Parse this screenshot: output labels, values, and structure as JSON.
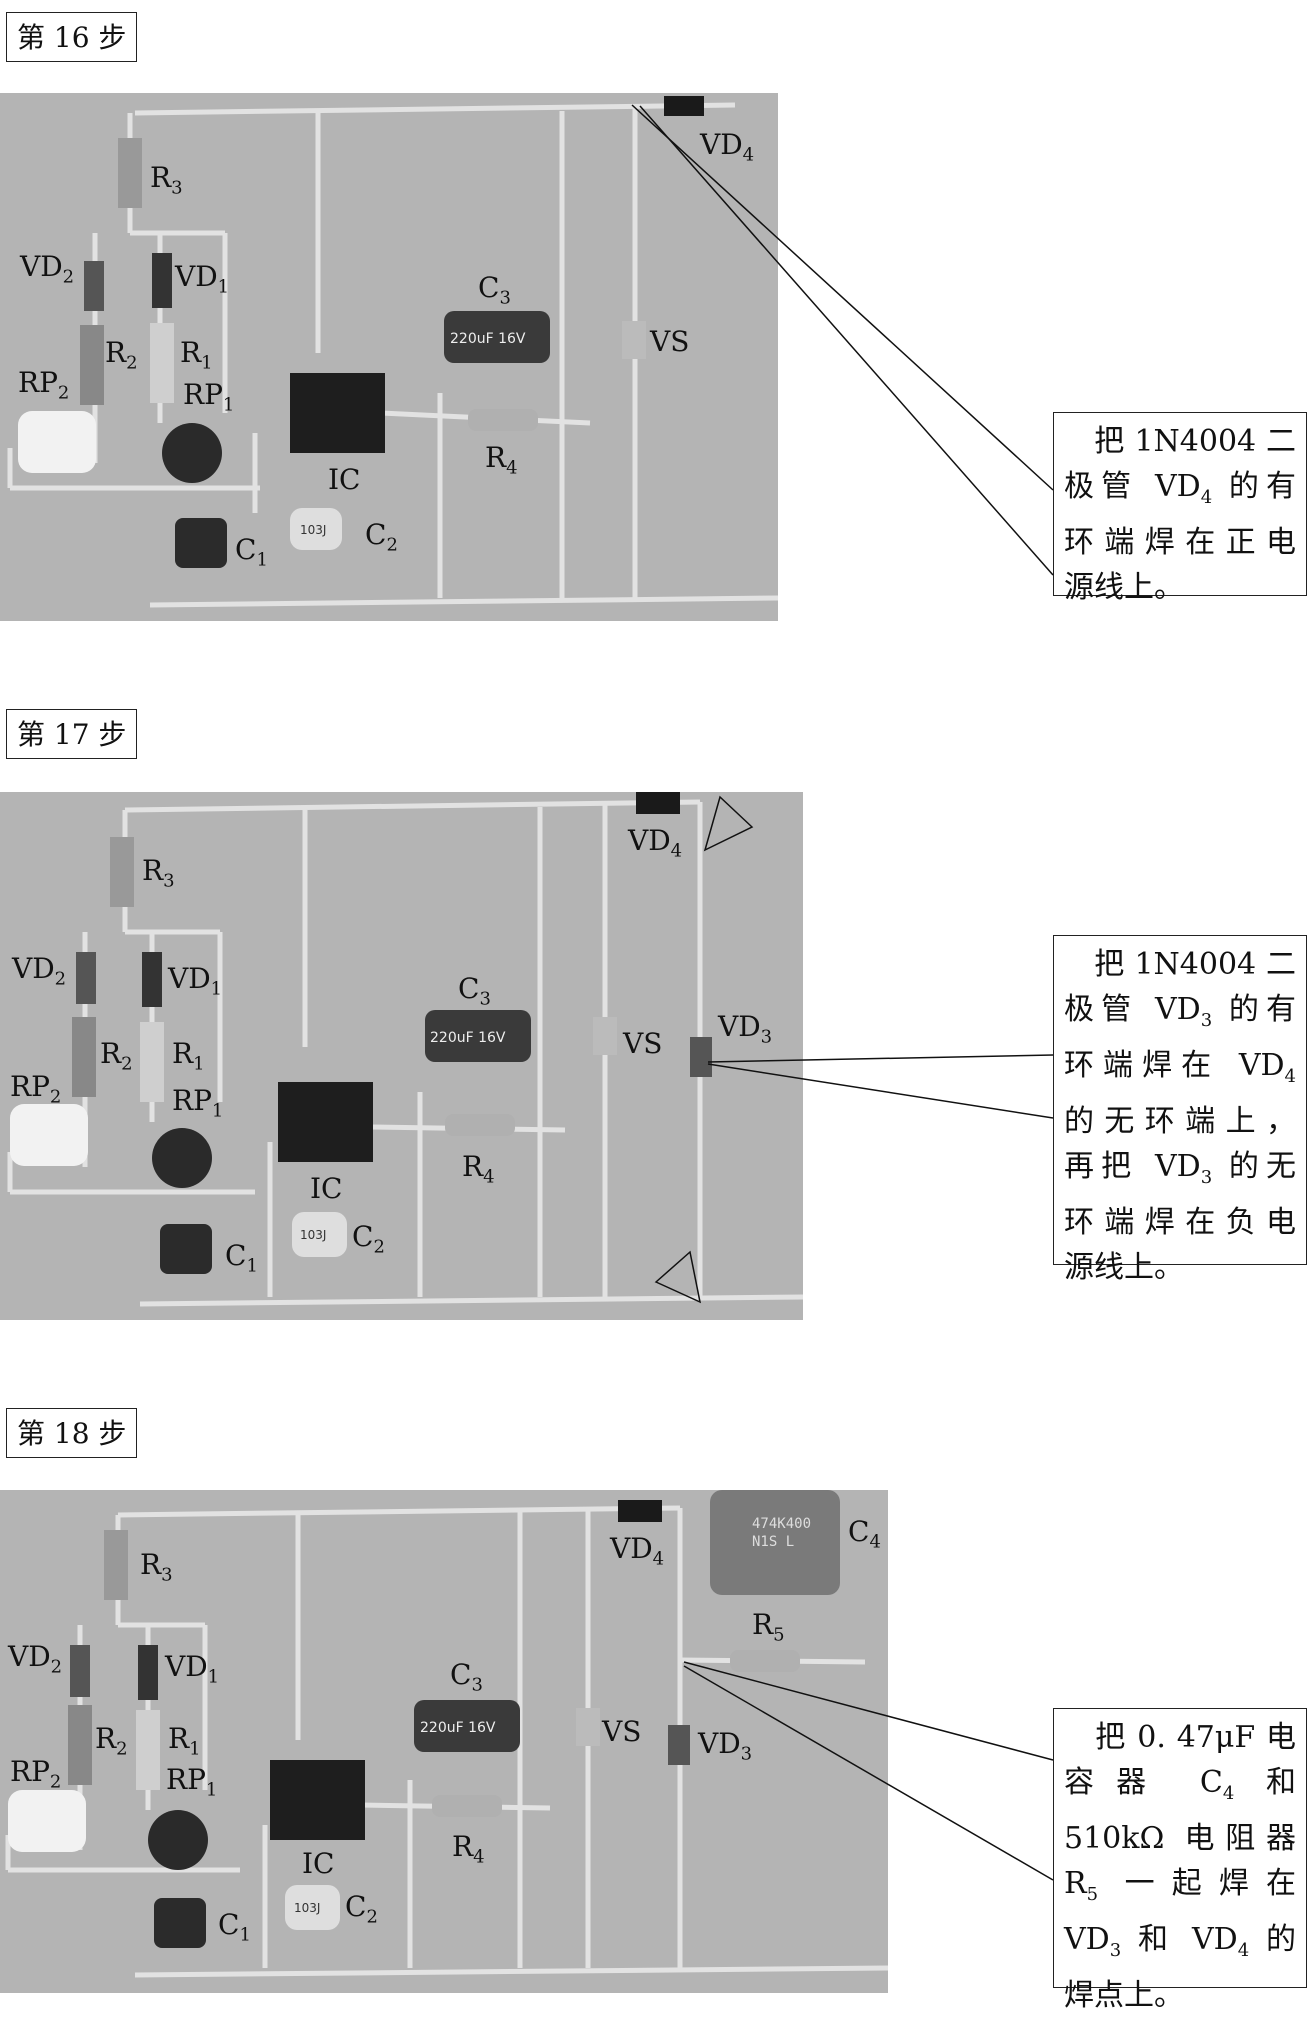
{
  "steps": [
    {
      "label": "第 16 步",
      "note_lines": [
        [
          "　把 1N4004 二"
        ],
        [
          "极管 VD",
          "4",
          " 的有"
        ],
        [
          "环端焊在正电"
        ],
        [
          "源线上。"
        ]
      ]
    },
    {
      "label": "第 17 步",
      "note_lines": [
        [
          "　把 1N4004 二"
        ],
        [
          "极管 VD",
          "3",
          " 的有"
        ],
        [
          "环端焊在 VD",
          "4",
          ""
        ],
        [
          "的无环端上，"
        ],
        [
          "再把 VD",
          "3",
          " 的无"
        ],
        [
          "环端焊在负电"
        ],
        [
          "源线上。"
        ]
      ]
    },
    {
      "label": "第 18 步",
      "note_lines": [
        [
          "　把 0. 47μF 电"
        ],
        [
          "容器 C",
          "4",
          " 和"
        ],
        [
          "510kΩ 电阻器"
        ],
        [
          "R",
          "5",
          " 一起焊在"
        ],
        [
          "VD",
          "3",
          " 和 VD",
          "4",
          " 的"
        ],
        [
          "焊点上。"
        ]
      ]
    }
  ],
  "components": {
    "R3": [
      "R",
      "3"
    ],
    "VD2": [
      "VD",
      "2"
    ],
    "VD1": [
      "VD",
      "1"
    ],
    "R2": [
      "R",
      "2"
    ],
    "R1": [
      "R",
      "1"
    ],
    "RP2": [
      "RP",
      "2"
    ],
    "RP1": [
      "RP",
      "1"
    ],
    "C1": [
      "C",
      "1"
    ],
    "C2": [
      "C",
      "2"
    ],
    "C3": [
      "C",
      "3"
    ],
    "C4": [
      "C",
      "4"
    ],
    "R4": [
      "R",
      "4"
    ],
    "R5": [
      "R",
      "5"
    ],
    "IC": [
      "IC",
      ""
    ],
    "VS": [
      "VS",
      ""
    ],
    "VD3": [
      "VD",
      "3"
    ],
    "VD4": [
      "VD",
      "4"
    ]
  },
  "capacitor_markings": {
    "c3": "220uF 16V",
    "c2": "103J",
    "c4_line1": "474K400",
    "c4_line2": "N1S L"
  }
}
